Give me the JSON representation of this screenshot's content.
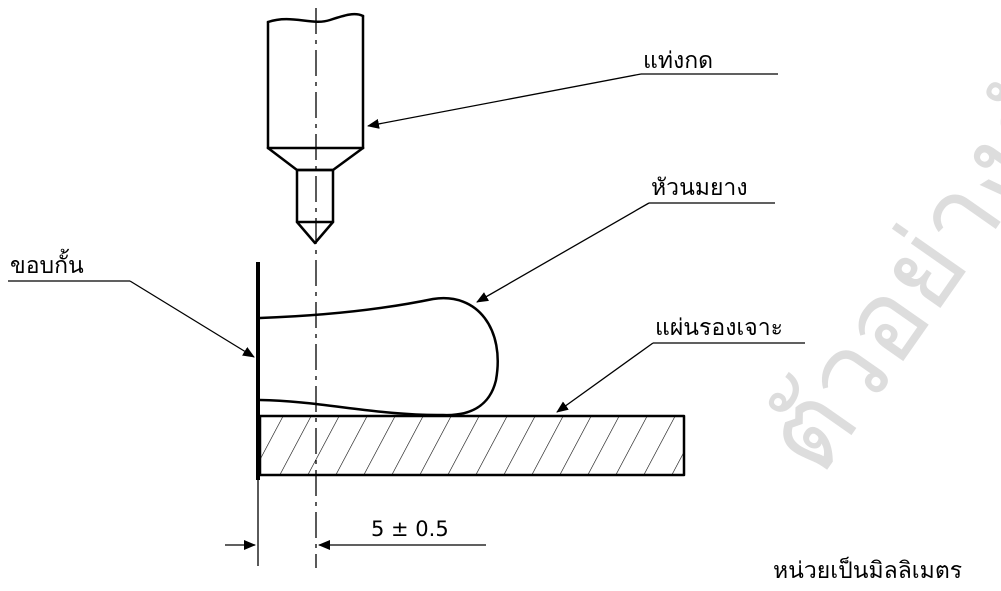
{
  "labels": {
    "punch": "แท่งกด",
    "teat": "หัวนมยาง",
    "stop": "ขอบกั้น",
    "plate": "แผ่นรองเจาะ"
  },
  "dimension": "5 ± 0.5",
  "units_note": "หน่วยเป็นมิลลิเมตร",
  "watermark": "ตัวอย่างตัวแปลง"
}
